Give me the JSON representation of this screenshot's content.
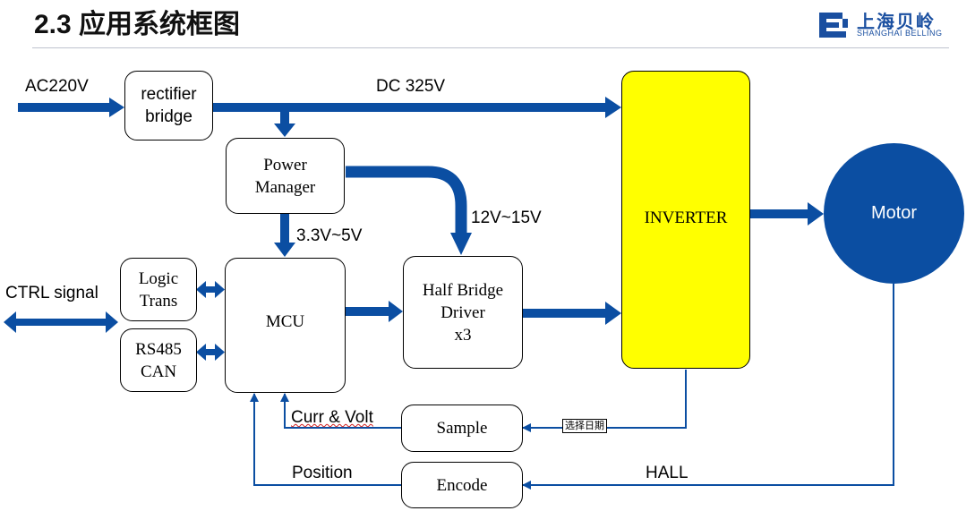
{
  "header": {
    "title": "2.3 应用系统框图",
    "logo_cn": "上海贝岭",
    "logo_en": "SHANGHAI BELLING"
  },
  "blocks": {
    "rectifier": "rectifier\nbridge",
    "power_manager": "Power\nManager",
    "logic_trans": "Logic\nTrans",
    "rs485": "RS485\nCAN",
    "mcu": "MCU",
    "half_bridge": "Half Bridge\nDriver\nx3",
    "inverter": "INVERTER",
    "motor": "Motor",
    "sample": "Sample",
    "encode": "Encode"
  },
  "labels": {
    "ac_in": "AC220V",
    "dc_bus": "DC 325V",
    "v_mcu": "3.3V~5V",
    "v_driver": "12V~15V",
    "ctrl": "CTRL signal",
    "curr_volt": "Curr & Volt",
    "position": "Position",
    "hall": "HALL",
    "date_tag": "选择日期"
  },
  "colors": {
    "arrow": "#0b4ea2",
    "inverter_fill": "#ffff00",
    "motor_fill": "#0b4ea2",
    "logo": "#1a4fa0"
  }
}
